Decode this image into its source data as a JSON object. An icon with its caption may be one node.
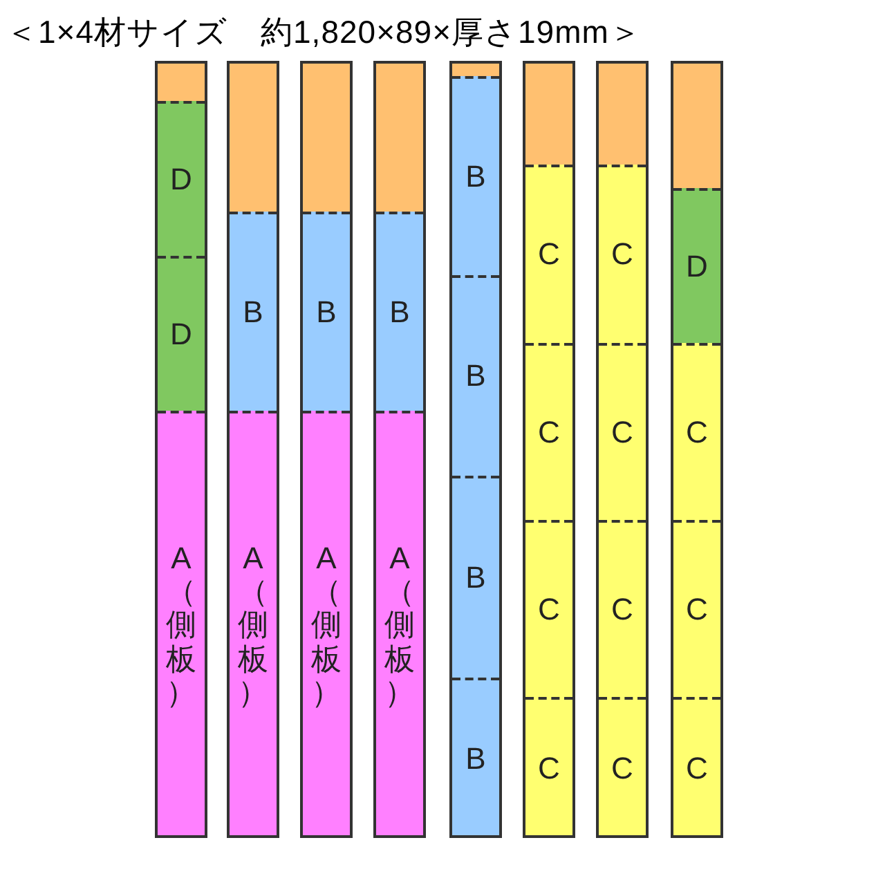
{
  "diagram": {
    "title": "＜1×4材サイズ　約1,820×89×厚さ19mm＞",
    "nodes": [
      {
        "text": [],
        "shape": "bar"
      },
      {
        "text": [],
        "shape": "bar",
        "in": 0
      },
      {
        "text": [
          "D"
        ],
        "in": 0
      },
      {
        "text": [
          "D"
        ],
        "in": 0
      },
      {
        "text": [
          "A（側板）"
        ],
        "in": 0
      },
      {
        "text": [],
        "shape": "bar"
      },
      {
        "text": [],
        "shape": "bar",
        "in": 5
      },
      {
        "text": [
          "B"
        ],
        "in": 5
      },
      {
        "text": [
          "A（側板）"
        ],
        "in": 5
      },
      {
        "text": [],
        "shape": "bar"
      },
      {
        "text": [],
        "shape": "bar",
        "in": 9
      },
      {
        "text": [
          "B"
        ],
        "in": 9
      },
      {
        "text": [
          "A（側板）"
        ],
        "in": 9
      },
      {
        "text": [],
        "shape": "bar"
      },
      {
        "text": [],
        "shape": "bar",
        "in": 13
      },
      {
        "text": [
          "B"
        ],
        "in": 13
      },
      {
        "text": [
          "A（側板）"
        ],
        "in": 13
      },
      {
        "text": [],
        "shape": "bar"
      },
      {
        "text": [],
        "shape": "bar",
        "in": 17
      },
      {
        "text": [
          "B"
        ],
        "in": 17
      },
      {
        "text": [
          "B"
        ],
        "in": 17
      },
      {
        "text": [
          "B"
        ],
        "in": 17
      },
      {
        "text": [
          "B"
        ],
        "in": 17
      },
      {
        "text": [],
        "shape": "bar"
      },
      {
        "text": [],
        "shape": "bar",
        "in": 23
      },
      {
        "text": [
          "C"
        ],
        "in": 23
      },
      {
        "text": [
          "C"
        ],
        "in": 23
      },
      {
        "text": [
          "C"
        ],
        "in": 23
      },
      {
        "text": [
          "C"
        ],
        "in": 23
      },
      {
        "text": [],
        "shape": "bar"
      },
      {
        "text": [],
        "shape": "bar",
        "in": 29
      },
      {
        "text": [
          "C"
        ],
        "in": 29
      },
      {
        "text": [
          "C"
        ],
        "in": 29
      },
      {
        "text": [
          "C"
        ],
        "in": 29
      },
      {
        "text": [
          "C"
        ],
        "in": 29
      },
      {
        "text": [],
        "shape": "bar"
      },
      {
        "text": [],
        "shape": "bar",
        "in": 35
      },
      {
        "text": [
          "D"
        ],
        "in": 35
      },
      {
        "text": [
          "C"
        ],
        "in": 35
      },
      {
        "text": [
          "C"
        ],
        "in": 35
      },
      {
        "text": [
          "C"
        ],
        "in": 35
      }
    ]
  }
}
